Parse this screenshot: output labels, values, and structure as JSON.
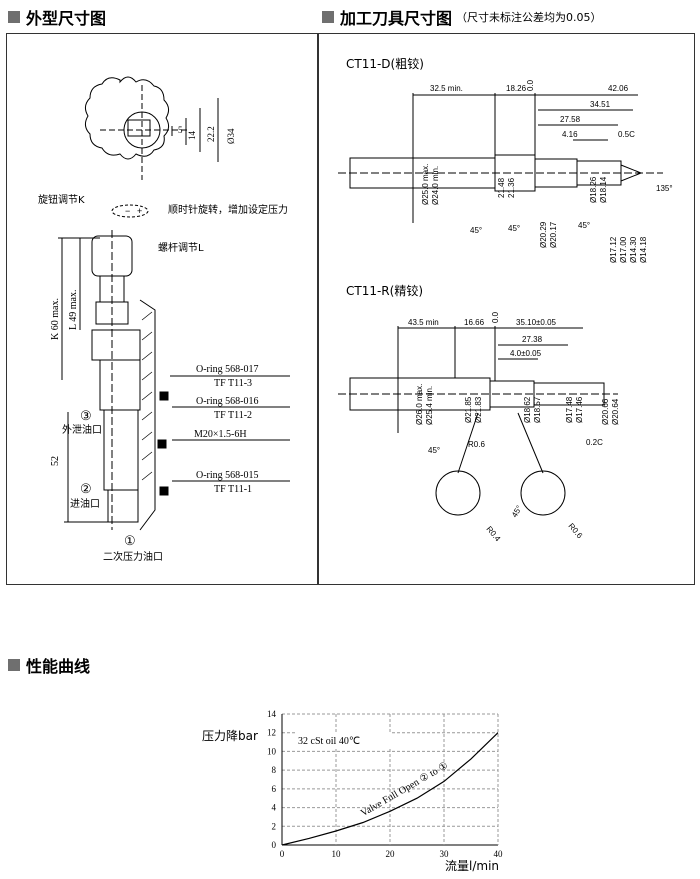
{
  "sections": {
    "outline": "外型尺寸图",
    "tooling": "加工刀具尺寸图",
    "tooling_note": "（尺寸未标注公差均为0.05）",
    "performance": "性能曲线"
  },
  "outline": {
    "top_dims": [
      "5",
      "14",
      "22.2",
      "Ø34"
    ],
    "knob_label": "旋钮调节K",
    "rotate_note": "顺时针旋转，增加设定压力",
    "screw_label": "螺杆调节L",
    "k_dim": "K 60 max.",
    "l_dim": "L 49 max.",
    "oring1": "O-ring 568-017",
    "tf1": "TF T11-3",
    "oring2": "O-ring 568-016",
    "tf2": "TF T11-2",
    "thread": "M20×1.5-6H",
    "oring3": "O-ring 568-015",
    "tf3": "TF T11-1",
    "dim_52": "52",
    "port3_num": "③",
    "port3": "外泄油口",
    "port2_num": "②",
    "port2": "进油口",
    "port1_num": "①",
    "port1": "二次压力油口"
  },
  "ct11d": {
    "title": "CT11-D(粗铰)",
    "top": [
      "32.5 min.",
      "18.26",
      "0.0",
      "42.06",
      "34.51",
      "27.58",
      "4.16",
      "0.5C"
    ],
    "vert": [
      "Ø25.0 max.",
      "Ø24.0 min.",
      "21.48",
      "21.36",
      "Ø20.29",
      "Ø20.17",
      "Ø18.26",
      "Ø18.14",
      "Ø17.12",
      "Ø17.00",
      "Ø14.30",
      "Ø14.18"
    ],
    "angles": [
      "45°",
      "45°",
      "45°",
      "135°"
    ]
  },
  "ct11r": {
    "title": "CT11-R(精铰)",
    "top": [
      "43.5 min",
      "16.66",
      "0.0",
      "35.10±0.05",
      "27.38",
      "4.0±0.05"
    ],
    "vert": [
      "Ø26.0 max.",
      "Ø25.4 min.",
      "Ø21.85",
      "Ø21.83",
      "Ø18.62",
      "Ø18.57",
      "Ø17.48",
      "Ø17.46",
      "Ø20.66",
      "Ø20.64"
    ],
    "other": [
      "0.2C",
      "R0.6",
      "45°",
      "R0.4",
      "45°",
      "R0.6"
    ]
  },
  "chart_data": {
    "type": "line",
    "ylabel": "压力降bar",
    "xlabel": "流量l/min",
    "x_ticks": [
      0,
      10,
      20,
      30,
      40
    ],
    "y_ticks": [
      0,
      2,
      4,
      6,
      8,
      10,
      12,
      14
    ],
    "xlim": [
      0,
      40
    ],
    "ylim": [
      0,
      14
    ],
    "grid": true,
    "annotation": "32 cSt oil 40℃",
    "series": [
      {
        "name": "Valve Full Open ② to ①",
        "x": [
          0,
          5,
          10,
          15,
          20,
          25,
          30,
          35,
          40
        ],
        "y": [
          0,
          0.7,
          1.5,
          2.4,
          3.6,
          5.0,
          6.8,
          9.2,
          12.0
        ]
      }
    ]
  }
}
